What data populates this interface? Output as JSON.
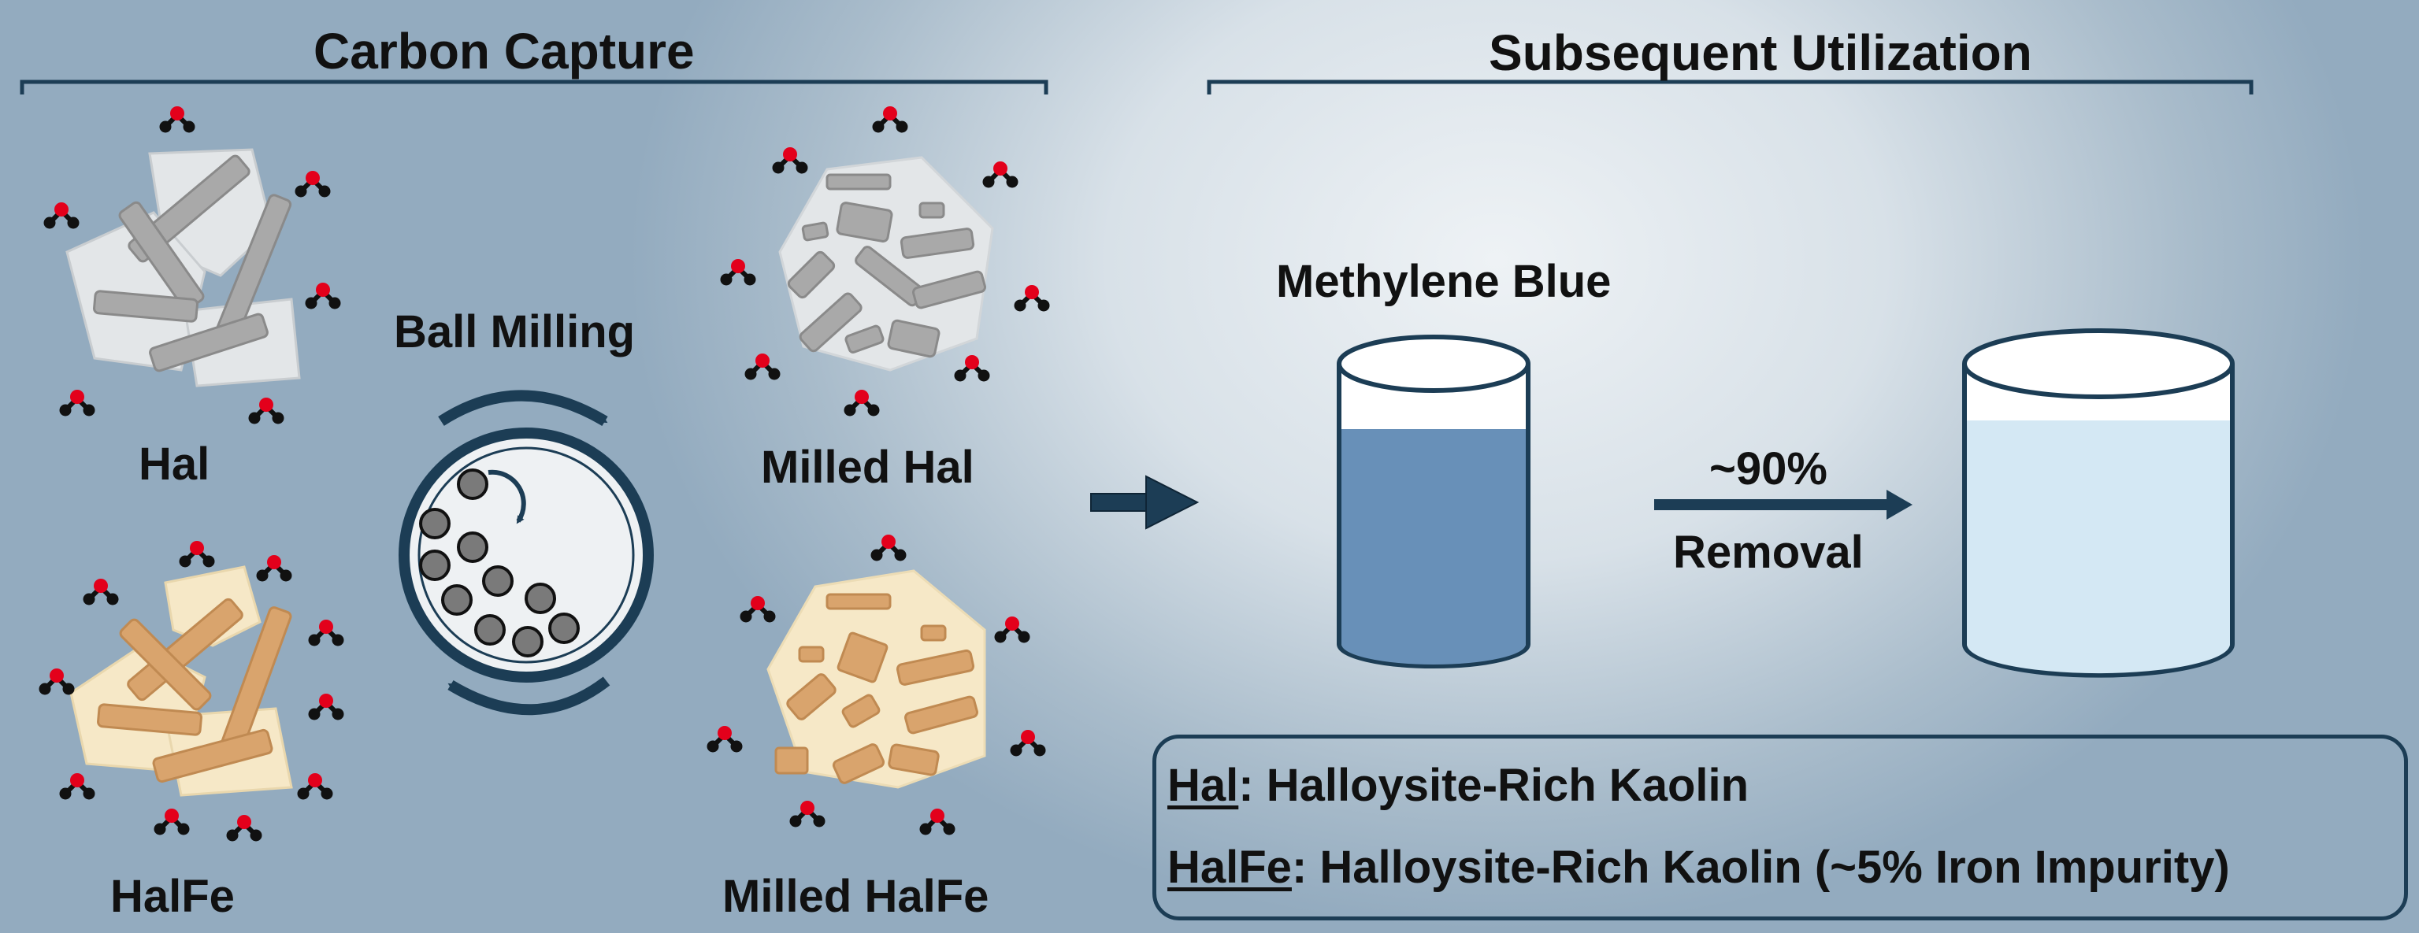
{
  "sections": {
    "left_title": "Carbon Capture",
    "right_title": "Subsequent Utilization"
  },
  "labels": {
    "hal": "Hal",
    "halfe": "HalFe",
    "ball_milling": "Ball Milling",
    "milled_hal": "Milled Hal",
    "milled_halfe": "Milled HalFe",
    "methylene_blue": "Methylene Blue",
    "removal_pct": "~90%",
    "removal": "Removal"
  },
  "definitions": [
    {
      "term": "Hal",
      "text": ": Halloysite-Rich Kaolin"
    },
    {
      "term": "HalFe",
      "text": ": Halloysite-Rich Kaolin (~5% Iron Impurity)"
    }
  ],
  "colors": {
    "accent": "#1c3d55",
    "hal_tube": "#a9a9a9",
    "hal_plate": "#e3e6e8",
    "halfe_tube": "#d9a46d",
    "halfe_plate": "#f6e8c7",
    "dye_liquid": "#6890b8",
    "clean_liquid": "#d4e8f4",
    "oxygen": "#e3001b",
    "carbon": "#111111"
  },
  "icons": [
    "co2-molecule-icon",
    "rotation-arrow-icon",
    "right-arrow-icon",
    "beaker-icon",
    "ball-mill-icon"
  ]
}
